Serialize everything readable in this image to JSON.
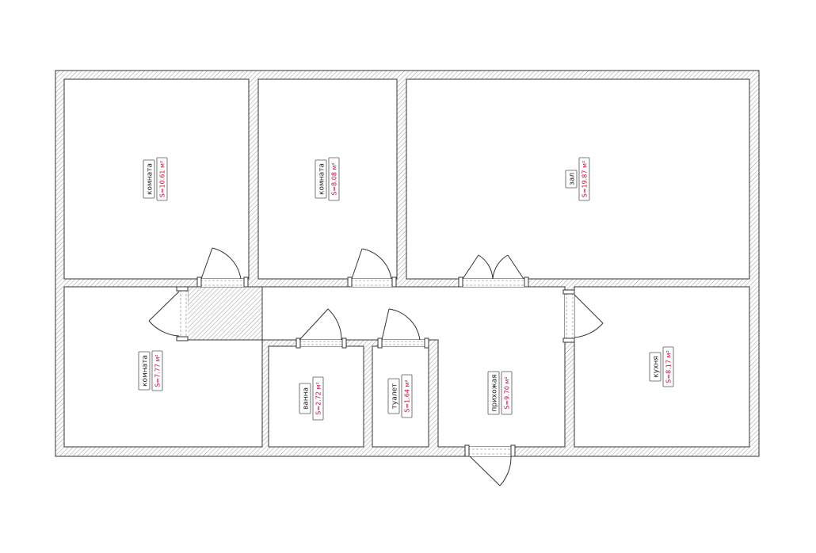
{
  "colors": {
    "wall_stroke": "#333333",
    "hatch": "#9a9a9a",
    "area_text": "#cc0033",
    "name_text": "#222222",
    "opening": "#555555"
  },
  "rooms": [
    {
      "id": "room-1",
      "name": "комната",
      "area": "S=10.61 м²"
    },
    {
      "id": "room-2",
      "name": "комната",
      "area": "S=8.08 м²"
    },
    {
      "id": "hall",
      "name": "зал",
      "area": "S=19.87 м²"
    },
    {
      "id": "room-3",
      "name": "комната",
      "area": "S=7.77 м²"
    },
    {
      "id": "bath",
      "name": "ванна",
      "area": "S=2.72 м²"
    },
    {
      "id": "toilet",
      "name": "туалет",
      "area": "S=1.64 м²"
    },
    {
      "id": "corridor",
      "name": "прихожая",
      "area": "S=9.70 м²"
    },
    {
      "id": "kitchen",
      "name": "кухня",
      "area": "S=8.17 м²"
    }
  ]
}
